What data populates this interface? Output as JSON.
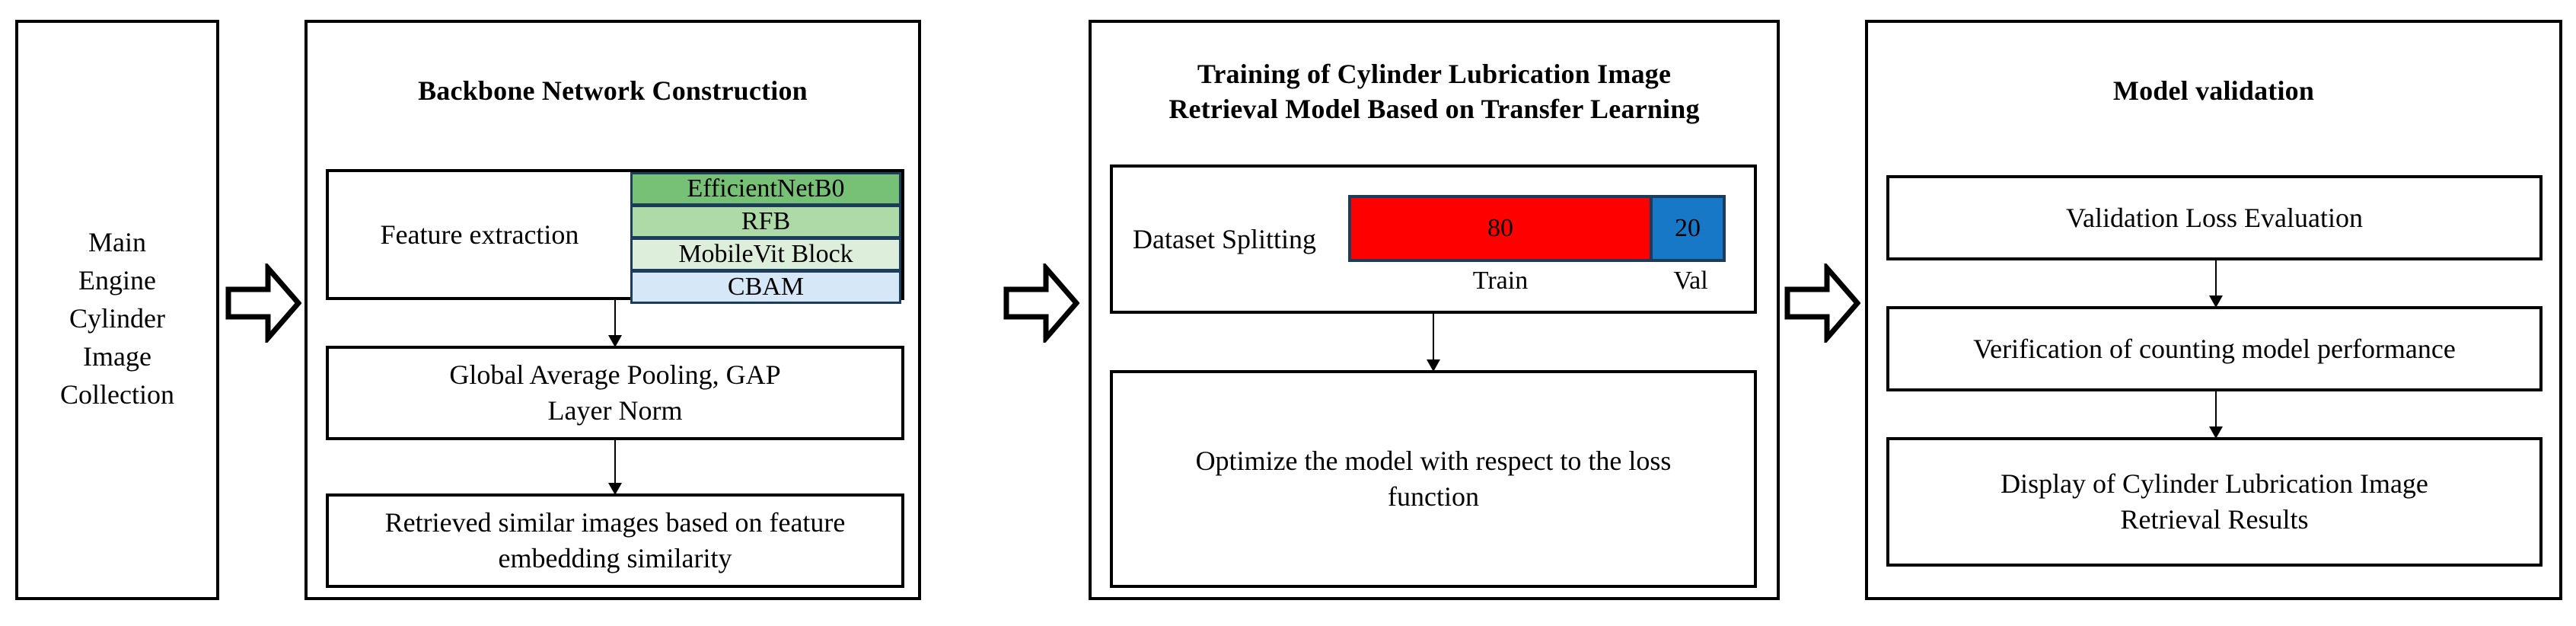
{
  "colors": {
    "outline": "#000000",
    "block_border": "#1c3c5c",
    "efficientnet": "#77c176",
    "rfb": "#aedaa8",
    "mobilevit": "#ddeedb",
    "cbam": "#d6e7f7",
    "train": "#ff0000",
    "val": "#1878c8"
  },
  "panels": {
    "collection": {
      "lines": [
        "Main",
        "Engine",
        "Cylinder",
        "Image",
        "Collection"
      ]
    },
    "backbone": {
      "title": "Backbone Network Construction",
      "feature_extraction": {
        "label": "Feature extraction",
        "blocks": [
          {
            "label": "EfficientNetB0"
          },
          {
            "label": "RFB"
          },
          {
            "label": "MobileVit Block"
          },
          {
            "label": "CBAM"
          }
        ]
      },
      "boxes": [
        {
          "line1": "Global Average Pooling, GAP",
          "line2": "Layer Norm"
        },
        {
          "line1": "Retrieved similar images based on feature",
          "line2": "embedding similarity"
        }
      ]
    },
    "training": {
      "title_line1": "Training of Cylinder Lubrication Image",
      "title_line2": "Retrieval Model Based on Transfer Learning",
      "dataset_splitting": {
        "label": "Dataset Splitting",
        "segments": [
          {
            "value": "80",
            "tick": "Train"
          },
          {
            "value": "20",
            "tick": "Val"
          }
        ]
      },
      "optimize_box": {
        "line1": "Optimize the model with respect to the loss",
        "line2": "function"
      }
    },
    "validation": {
      "title": "Model validation",
      "boxes": [
        {
          "line1": "Validation Loss Evaluation",
          "line2": ""
        },
        {
          "line1": "Verification of counting model performance",
          "line2": ""
        },
        {
          "line1": "Display of Cylinder Lubrication Image",
          "line2": "Retrieval Results"
        }
      ]
    }
  },
  "chart_data": {
    "type": "bar",
    "title": "Dataset Splitting",
    "orientation": "horizontal-stacked",
    "categories": [
      "Train",
      "Val"
    ],
    "values": [
      80,
      20
    ],
    "unit": "percent",
    "colors": [
      "#ff0000",
      "#1878c8"
    ],
    "xlabel": "",
    "ylabel": "",
    "grid": false,
    "legend": "none"
  }
}
